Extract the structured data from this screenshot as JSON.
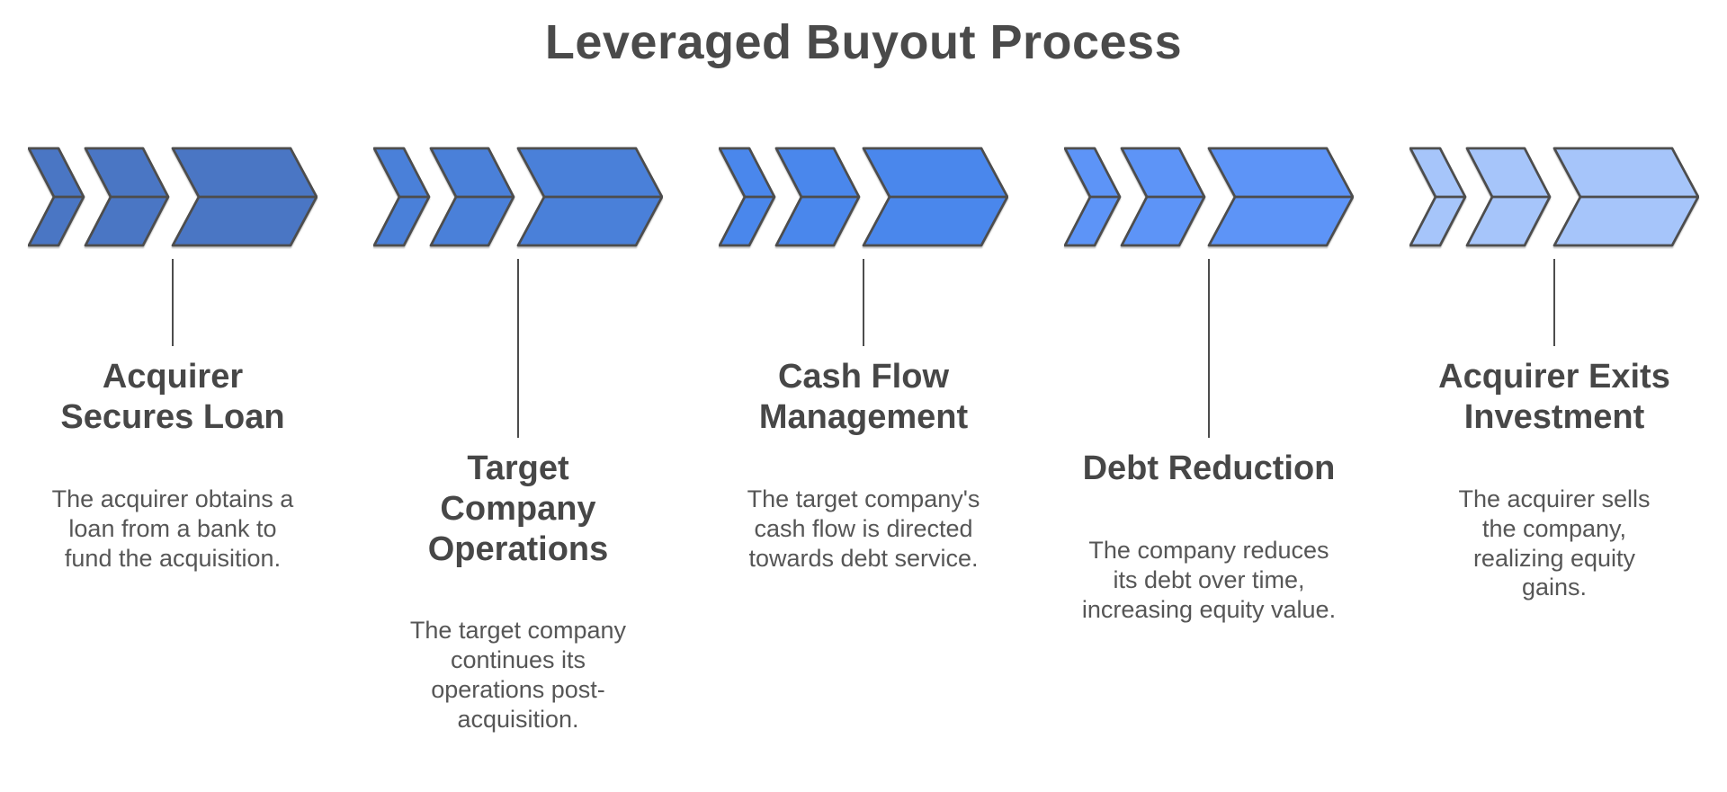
{
  "title": "Leveraged Buyout Process",
  "colors": {
    "heading_text": "#474747",
    "body_text": "#565656",
    "outline": "#4d4d4d",
    "connector": "#4d4d4d"
  },
  "steps": [
    {
      "name": "Acquirer Secures Loan",
      "description": "The acquirer obtains a loan from a bank to fund the acquisition.",
      "fill": "#4a76c4",
      "connector": "short"
    },
    {
      "name": "Target Company Operations",
      "description": "The target company continues its operations post-acquisition.",
      "fill": "#4a80d9",
      "connector": "long"
    },
    {
      "name": "Cash Flow Management",
      "description": "The target company's cash flow is directed towards debt service.",
      "fill": "#4a87ec",
      "connector": "short"
    },
    {
      "name": "Debt Reduction",
      "description": "The company reduces its debt over time, increasing equity value.",
      "fill": "#5d94f7",
      "connector": "long"
    },
    {
      "name": "Acquirer Exits Investment",
      "description": "The acquirer sells the company, realizing equity gains.",
      "fill": "#a6c5fa",
      "connector": "short"
    }
  ]
}
